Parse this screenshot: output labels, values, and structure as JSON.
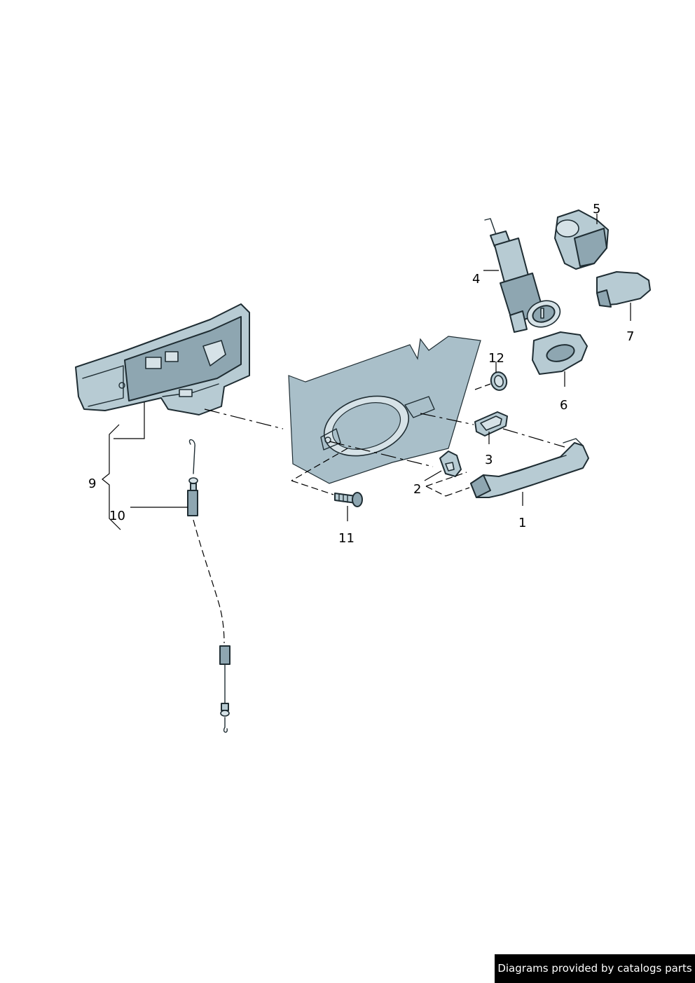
{
  "callouts": {
    "c1": "1",
    "c2": "2",
    "c3": "3",
    "c4": "4",
    "c5": "5",
    "c6": "6",
    "c7": "7",
    "c9": "9",
    "c10": "10",
    "c11": "11",
    "c12": "12"
  },
  "watermark": "Diagrams provided by catalogs parts",
  "colors": {
    "part_fill": "#b7cbd3",
    "outline": "#1f2d33",
    "background": "#ffffff"
  }
}
